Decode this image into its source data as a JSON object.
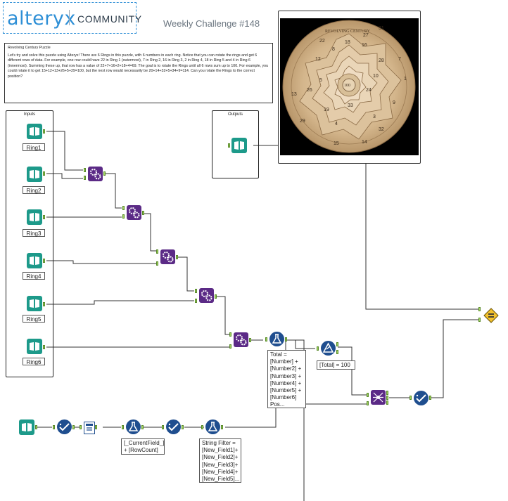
{
  "header": {
    "logo": "alteryx",
    "community": "COMMUNITY",
    "challenge_title": "Weekly Challenge #148"
  },
  "description": {
    "title": "Revolving Century Puzzle",
    "body": "Let's try and solve this puzzle using Alteryx! There are 6 Rings in this puzzle, with 6 numbers in each ring. Notice that you can rotate the rings and get 6 different rows of data. For example, one row could have 22 in Ring 1 (outermost), 7 in Ring 2, 16 in Ring 3, 2 in Ring 4, 18 in Ring 5 and 4 in Ring 6 (innermost). Summing these up, that row has a value of 22+7+16+2+18+4=69. The goal is to rotate the Rings until all 6 rows sum up to 100. For example, you could rotate it to get 15+12+13+26+5+29=100, but the next row would necessarily be 20+14+32+5+34+9=114. Can you rotate the Rings to the correct position?"
  },
  "photo": {
    "puzzle_text": "REVOLVING CENTURY",
    "center_label": "100",
    "numbers": [
      "31",
      "27",
      "22",
      "16",
      "18",
      "12",
      "8",
      "1",
      "28",
      "24",
      "19",
      "10",
      "3",
      "9",
      "32",
      "33",
      "26",
      "29",
      "5",
      "14",
      "4",
      "13",
      "7",
      "15"
    ]
  },
  "containers": {
    "inputs_label": "Inputs",
    "outputs_label": "Outputs"
  },
  "rings": [
    {
      "label": "Ring1"
    },
    {
      "label": "Ring2"
    },
    {
      "label": "Ring3"
    },
    {
      "label": "Ring4"
    },
    {
      "label": "Ring5"
    },
    {
      "label": "Ring6"
    }
  ],
  "annotations": {
    "formula_total": "Total =\n[Number] +\n[Number2] +\n[Number3] +\n[Number4] +\n[Number5] +\n[Number6]\nPos...",
    "filter_total": "[Total] = 100",
    "formula_current": "[_CurrentField_]\n+ [RowCount]",
    "formula_string": "String Filter =\n[New_Field1]+\n[New_Field2]+\n[New_Field3]+\n[New_Field4]+\n[New_Field5]..."
  },
  "colors": {
    "wire": "#333333",
    "input_tool": "#1d9a8a",
    "macro_tool": "#5b2a86",
    "prep_tool": "#1f4e8f",
    "message_tool": "#f2c12e",
    "logo": "#2e8fd6"
  },
  "icons": {
    "input": "book-icon",
    "macro": "gears-icon",
    "formula": "flask-icon",
    "filter": "triangle-filter-icon",
    "select": "checkmark-icon",
    "join": "join-icon",
    "message": "equals-diamond-icon",
    "text_to_columns": "split-icon",
    "transpose": "transpose-icon"
  }
}
